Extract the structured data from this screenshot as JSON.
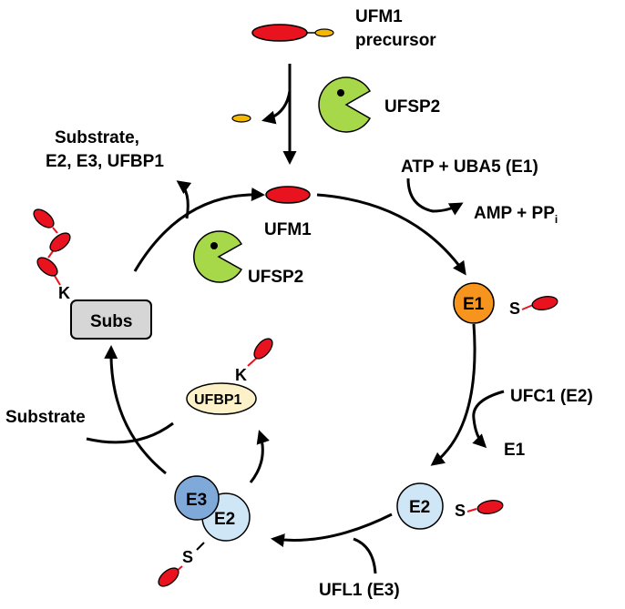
{
  "labels": {
    "ufm1_precursor_line1": "UFM1",
    "ufm1_precursor_line2": "precursor",
    "ufsp2_top": "UFSP2",
    "ufsp2_mid": "UFSP2",
    "released_line1": "Substrate,",
    "released_line2": "E2, E3, UFBP1",
    "ufm1": "UFM1",
    "atp_uba5": "ATP + UBA5 (E1)",
    "amp_ppi": "AMP + PP",
    "amp_ppi_sub": "i",
    "ufc1": "UFC1 (E2)",
    "e1_released": "E1",
    "ufl1": "UFL1 (E3)",
    "substrate_in": "Substrate"
  },
  "nodes": {
    "e1": "E1",
    "e2": "E2",
    "e3": "E3",
    "e2_complex": "E2",
    "ufbp1": "UFBP1",
    "subs": "Subs"
  },
  "bond_labels": {
    "s_e1": "S",
    "s_e2": "S",
    "s_e3": "S",
    "k_ufbp1": "K",
    "k_subs": "K"
  },
  "colors": {
    "ufm1_red": "#e8131f",
    "tag_yellow": "#f5b800",
    "pacman_green": "#a6d84a",
    "e1_orange": "#f7941d",
    "e2_light_blue": "#cfe6f7",
    "e3_blue": "#7fa9d8",
    "ufbp1_cream": "#fdf1c9",
    "subs_gray": "#d6d6d6"
  }
}
